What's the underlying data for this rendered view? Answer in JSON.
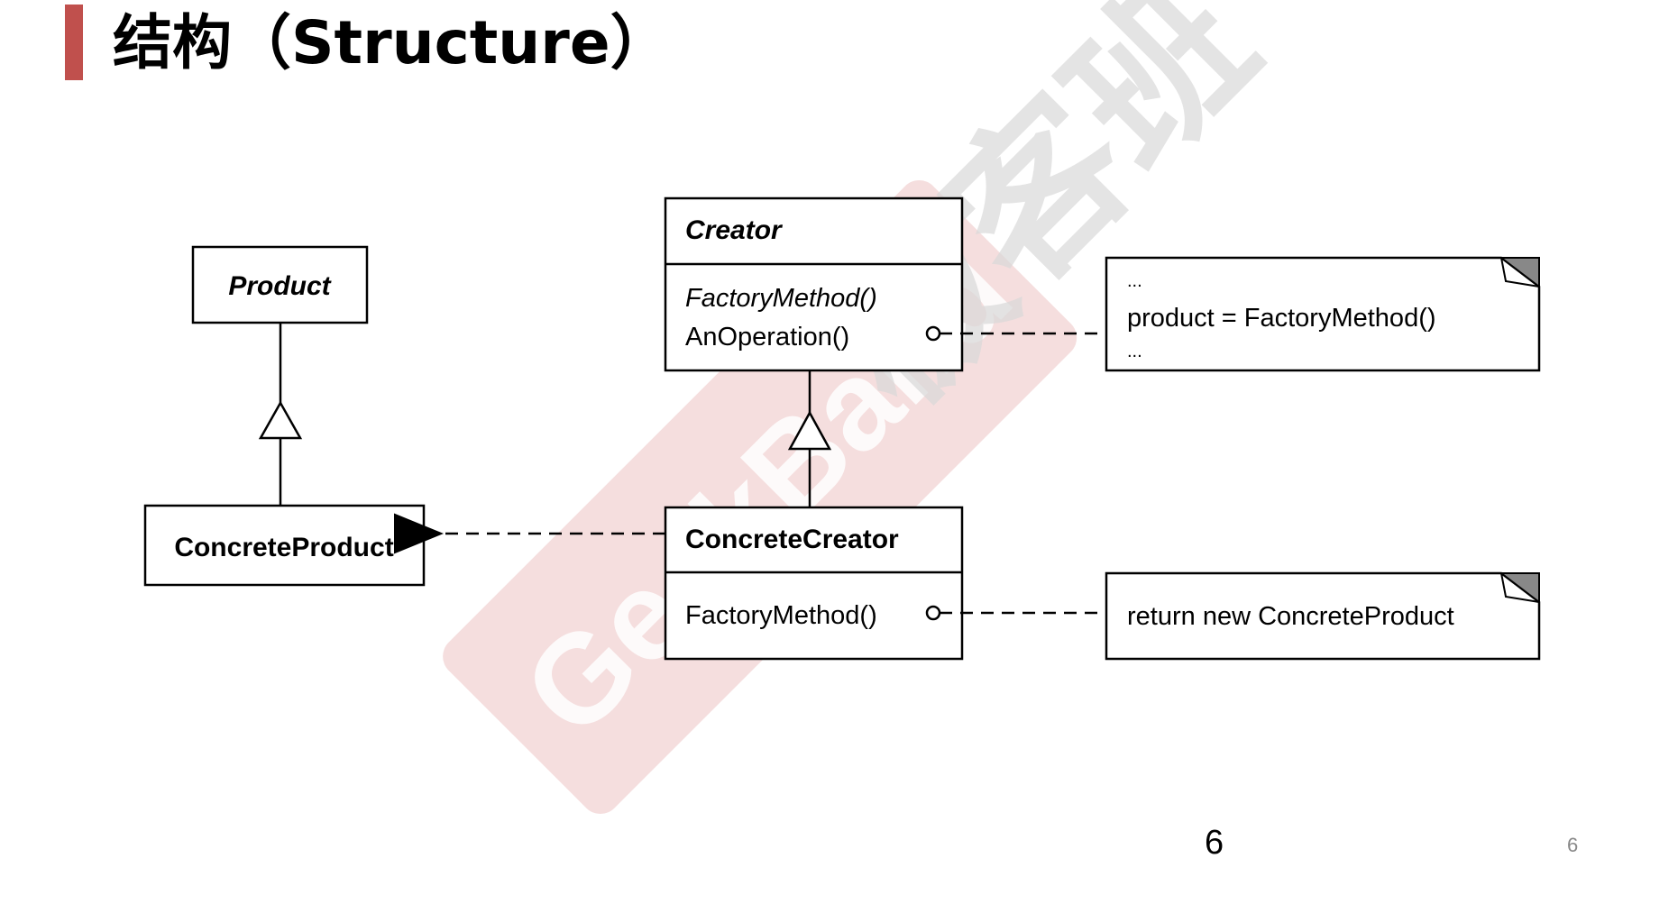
{
  "slide": {
    "title": "结构（Structure）",
    "accent_color": "#c0504d",
    "page_number": "6",
    "page_number_small": "6"
  },
  "watermark": {
    "text_chinese": "极客班",
    "text_english": "GeekBand",
    "color": "#e8b4b4"
  },
  "diagram": {
    "product": {
      "name": "Product"
    },
    "concrete_product": {
      "name": "ConcreteProduct"
    },
    "creator": {
      "name": "Creator",
      "op1": "FactoryMethod()",
      "op2": "AnOperation()"
    },
    "concrete_creator": {
      "name": "ConcreteCreator",
      "op1": "FactoryMethod()"
    },
    "note_top": {
      "line1": "...",
      "line2": "product = FactoryMethod()",
      "line3": "..."
    },
    "note_bottom": {
      "line1": "return new ConcreteProduct"
    }
  }
}
